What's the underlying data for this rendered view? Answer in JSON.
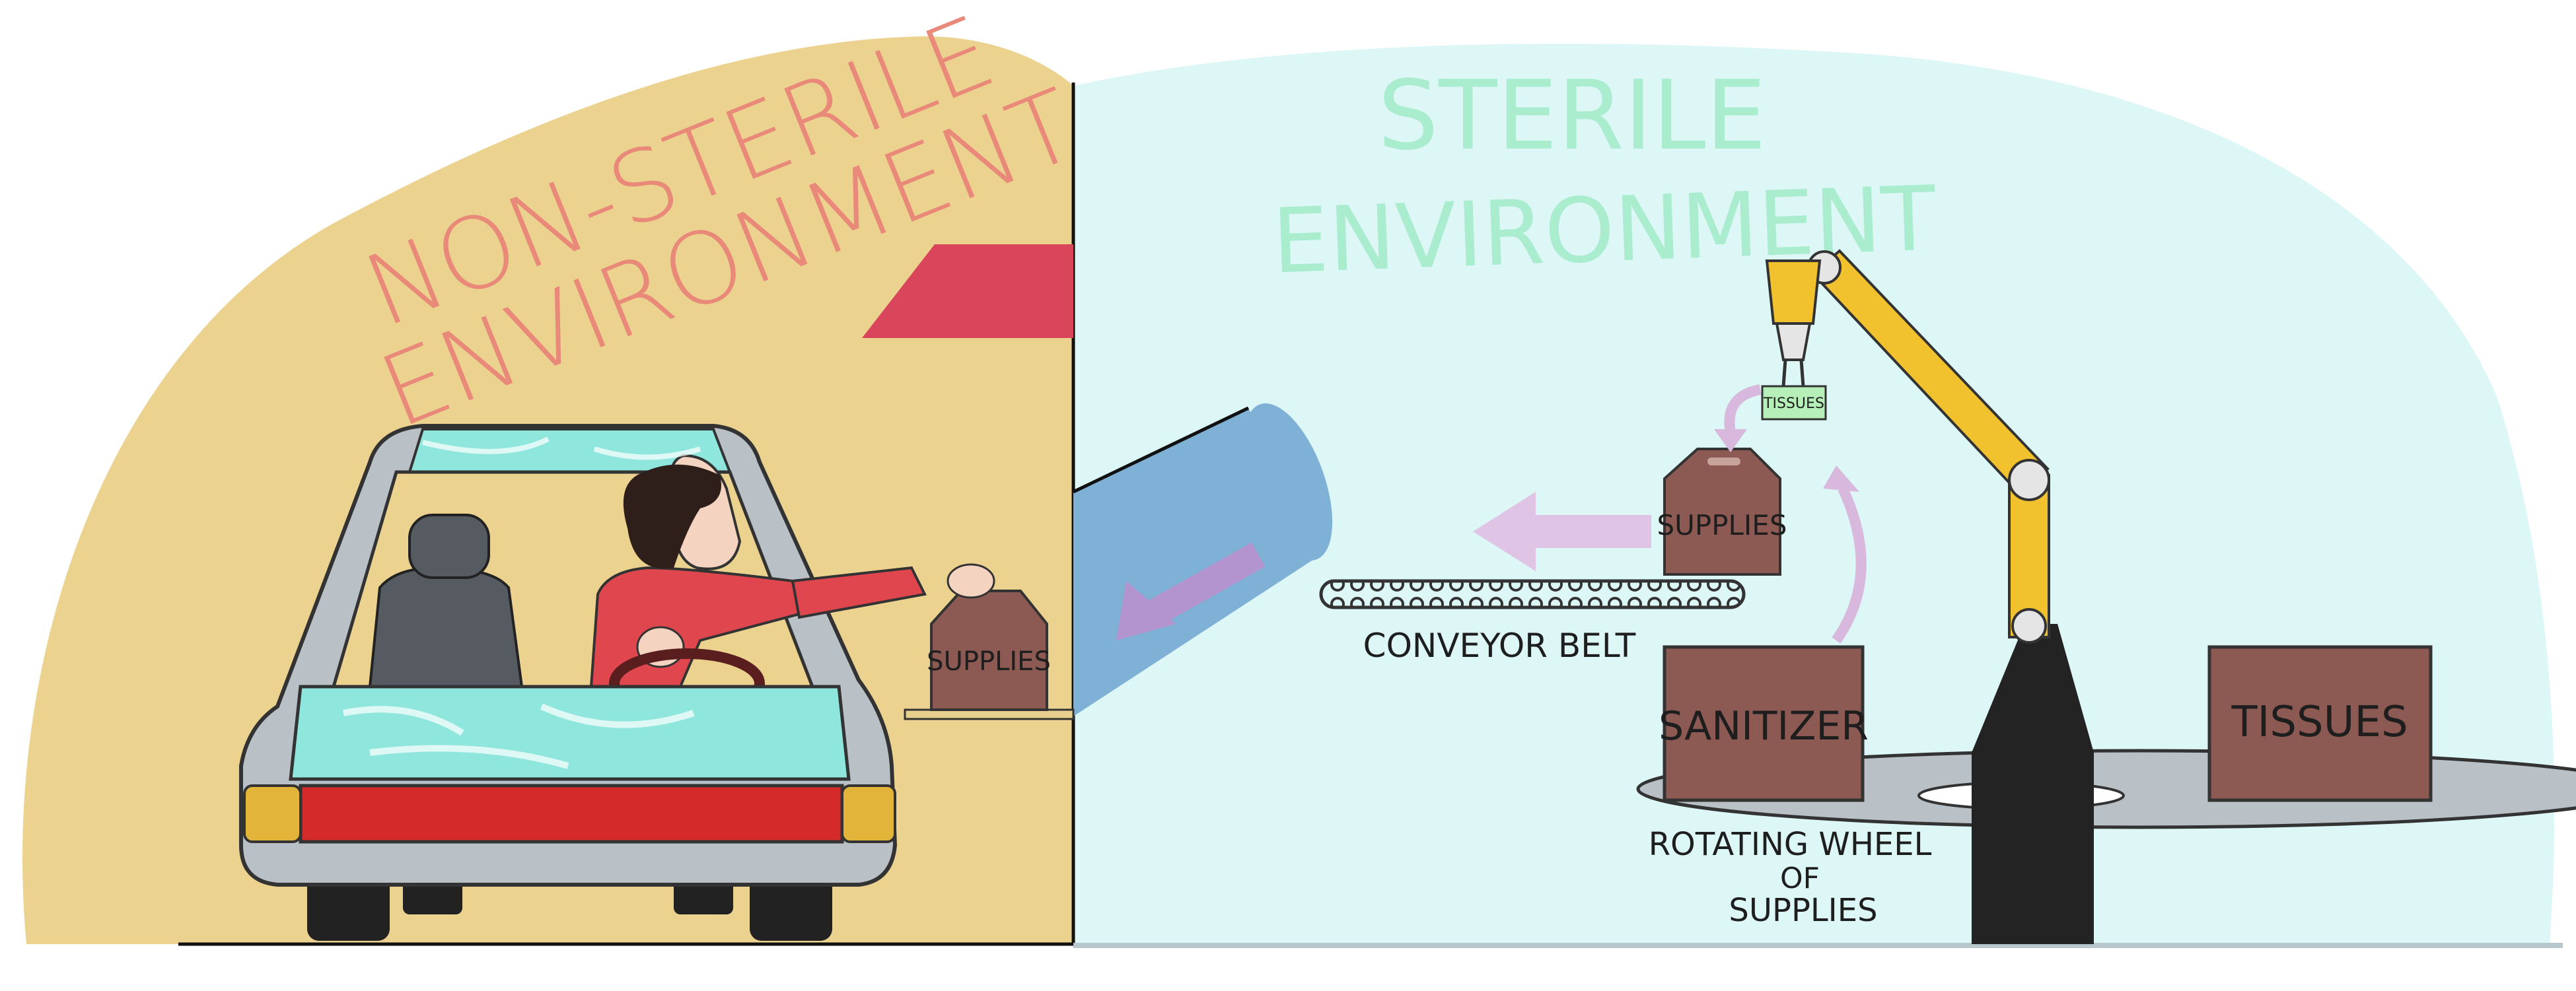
{
  "zones": {
    "non_sterile": {
      "line1": "NON-STERILE",
      "line2": "ENVIRONMENT",
      "color": "#e8897a",
      "bg": "#ecd28f"
    },
    "sterile": {
      "line1": "STERILE",
      "line2": "ENVIRONMENT",
      "color": "#a9ecce",
      "bg": "#ddf6f6"
    }
  },
  "boxes": {
    "car_box": "SUPPLIES",
    "belt_box": "SUPPLIES",
    "sanitizer": "SANITIZER",
    "tissues": "TISSUES",
    "gripper_tag": "TISSUES"
  },
  "labels": {
    "conveyor": "CONVEYOR BELT",
    "wheel_line1": "ROTATING WHEEL",
    "wheel_line2": "OF",
    "wheel_line3": "SUPPLIES"
  },
  "colors": {
    "box": "#8c5a52",
    "chute": "#7fb0d6",
    "arrow": "#c8a8d8",
    "arm": "#f2c12e",
    "roof": "#d9465c",
    "car_body": "#b9c1c7",
    "glass": "#8ee6dc",
    "tail": "#d42a2a",
    "shirt": "#e0464e"
  }
}
